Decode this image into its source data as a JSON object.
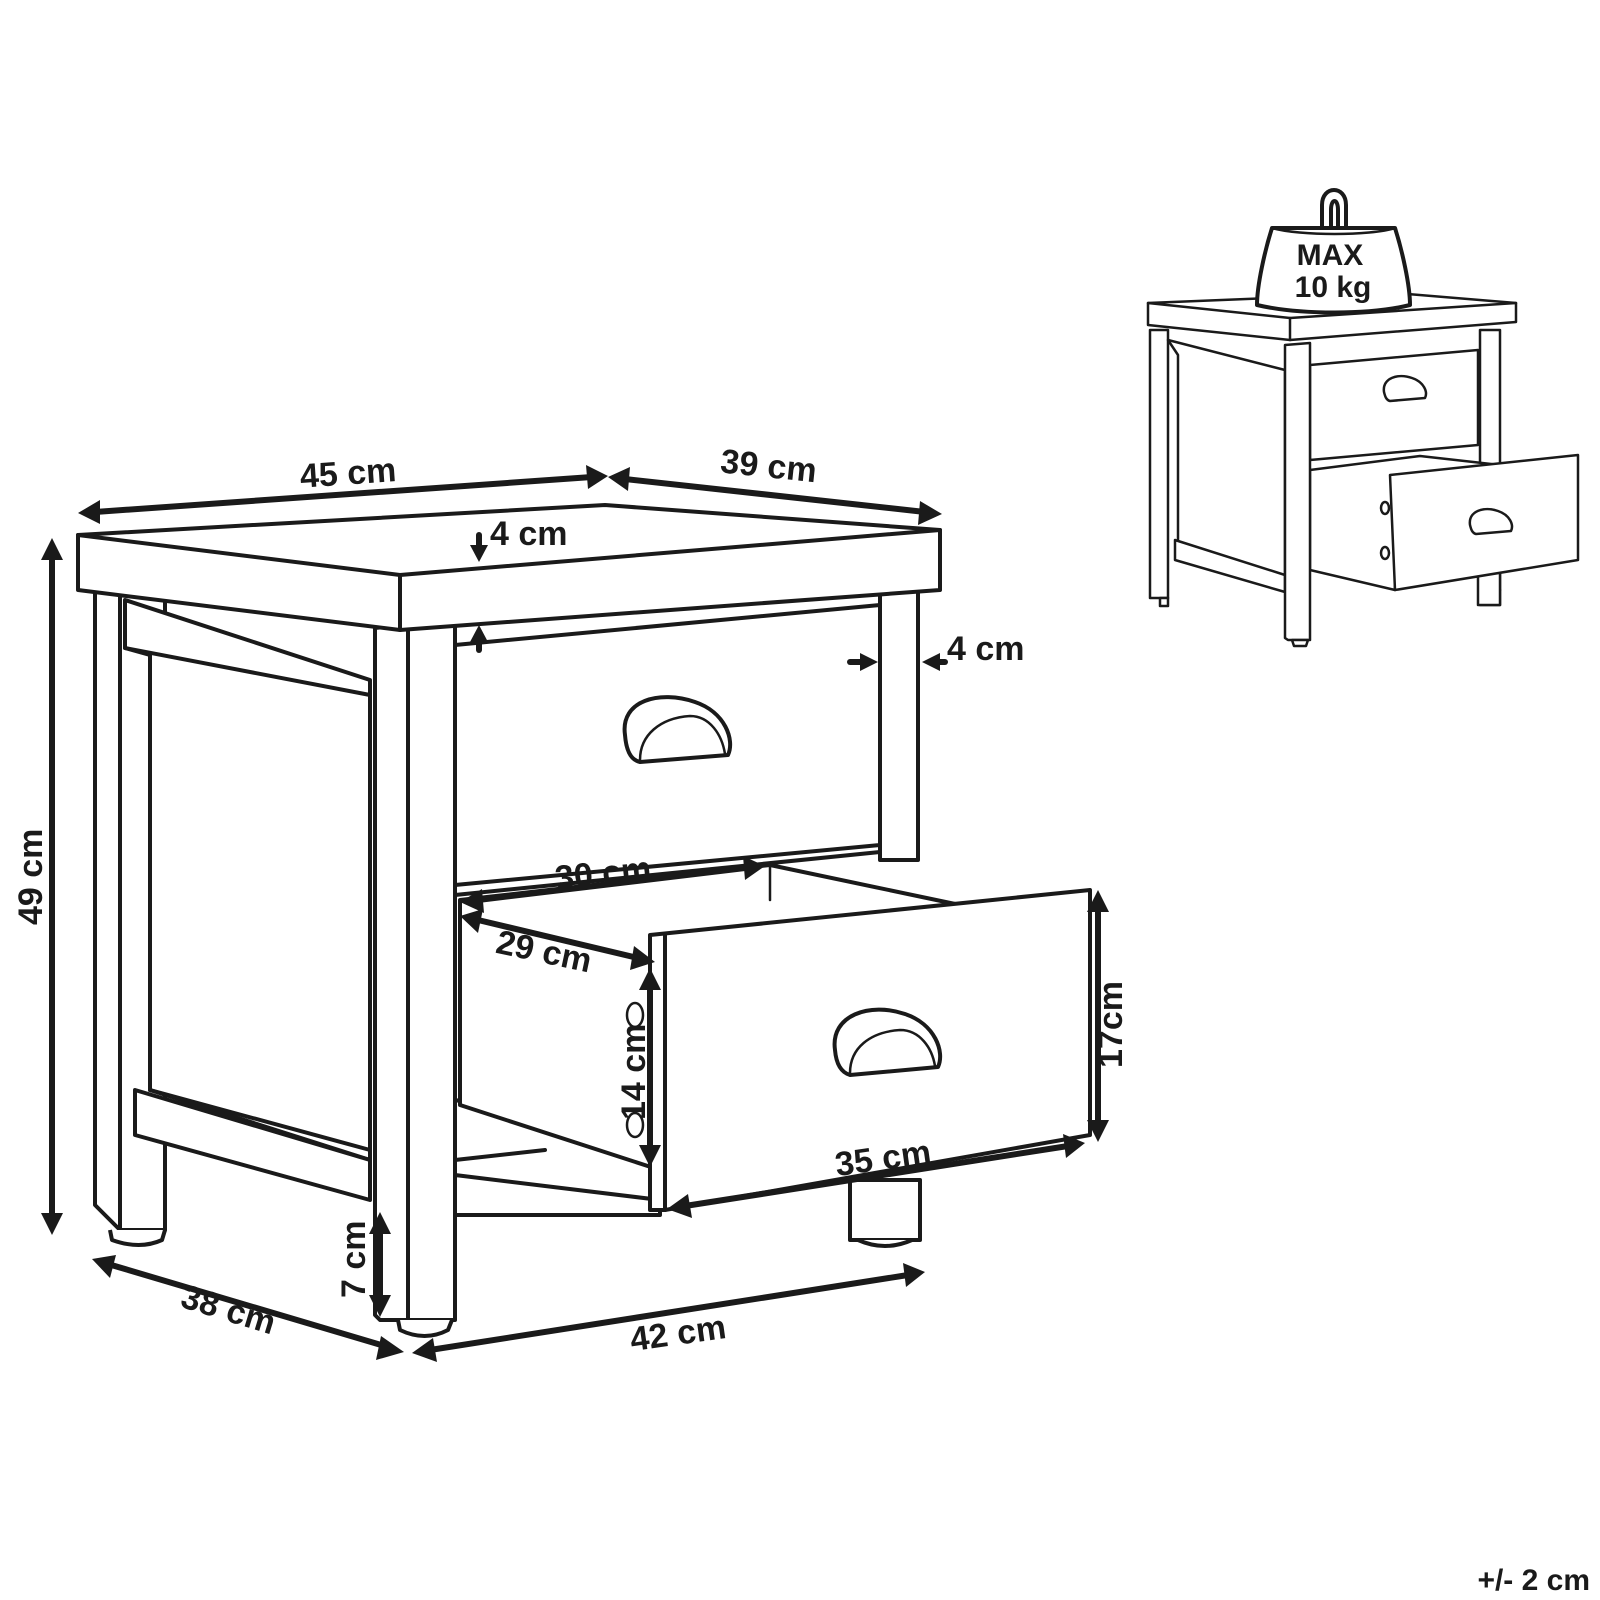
{
  "dimensions": {
    "width_top": "45 cm",
    "depth_top": "39 cm",
    "top_thickness": "4 cm",
    "leg_width": "4 cm",
    "height": "49 cm",
    "drawer_inner_width": "30 cm",
    "drawer_inner_depth": "29 cm",
    "drawer_inner_height": "14 cm",
    "drawer_front_height": "17cm",
    "drawer_front_width": "35 cm",
    "leg_height": "7 cm",
    "base_depth": "38 cm",
    "base_width": "42 cm"
  },
  "load": {
    "line1": "MAX",
    "line2": "10 kg"
  },
  "tolerance": "+/- 2 cm",
  "icons": {
    "main_drawing": "nightstand-dimension-drawing",
    "weight": "weight-icon",
    "thumbnail": "nightstand-thumbnail"
  }
}
